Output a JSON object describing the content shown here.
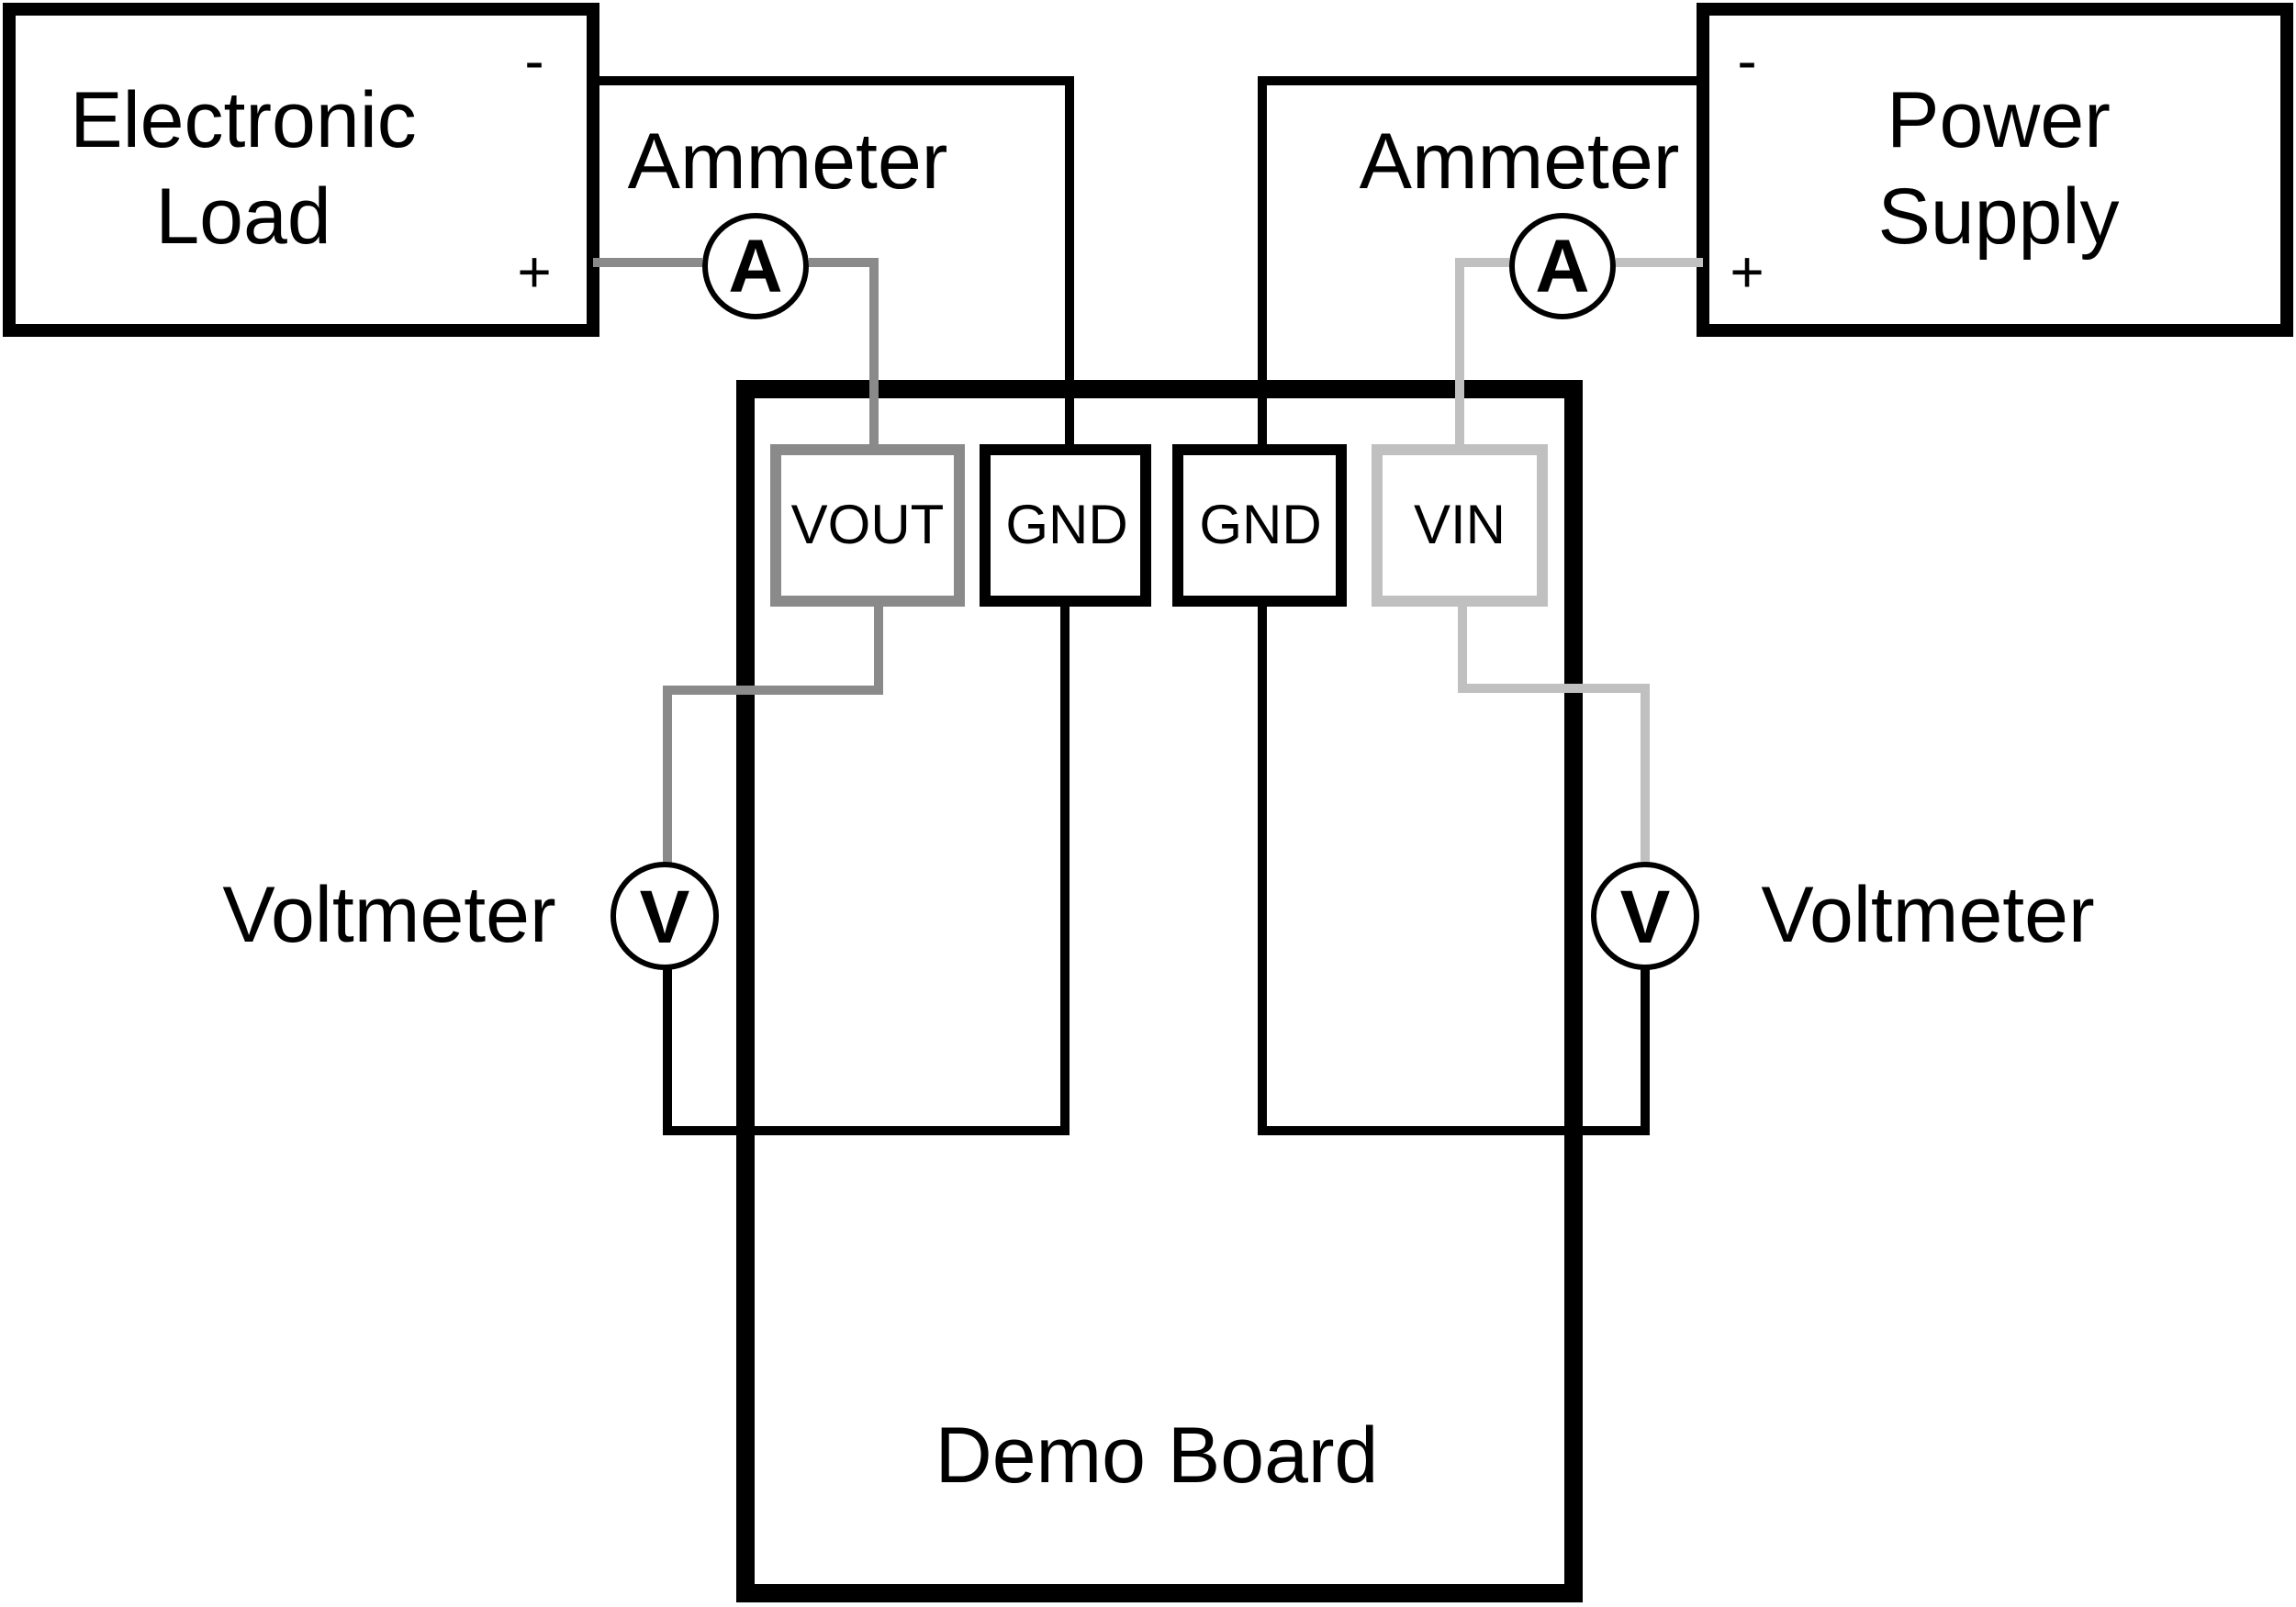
{
  "colors": {
    "black_wire": "#000000",
    "vout_wire": "#8a8a8a",
    "vin_wire": "#c0c0c0",
    "background": "#ffffff"
  },
  "electronic_load": {
    "line1": "Electronic",
    "line2": "Load",
    "minus": "-",
    "plus": "+"
  },
  "power_supply": {
    "line1": "Power",
    "line2": "Supply",
    "minus": "-",
    "plus": "+"
  },
  "ammeter_left": {
    "label": "Ammeter",
    "symbol": "A"
  },
  "ammeter_right": {
    "label": "Ammeter",
    "symbol": "A"
  },
  "voltmeter_left": {
    "label": "Voltmeter",
    "symbol": "V"
  },
  "voltmeter_right": {
    "label": "Voltmeter",
    "symbol": "V"
  },
  "demo_board": {
    "label": "Demo Board",
    "terminals": [
      "VOUT",
      "GND",
      "GND",
      "VIN"
    ]
  }
}
